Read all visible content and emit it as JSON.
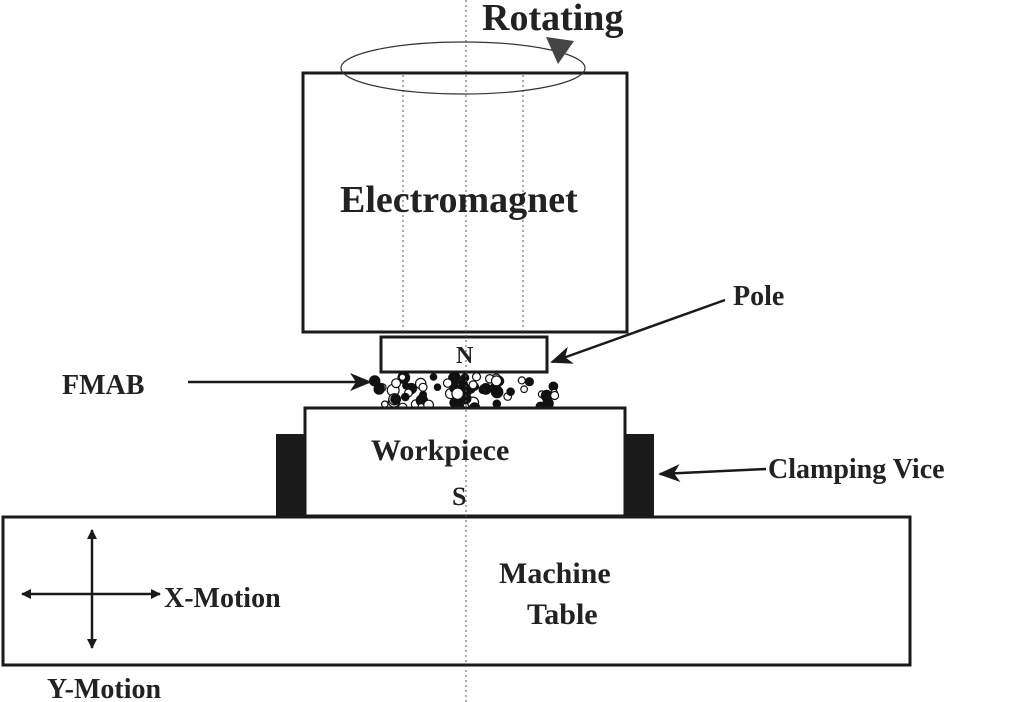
{
  "labels": {
    "rotating": "Rotating",
    "electromagnet": "Electromagnet",
    "pole": "Pole",
    "north": "N",
    "fmab": "FMAB",
    "workpiece": "Workpiece",
    "south": "S",
    "clamping_vice": "Clamping Vice",
    "machine_table_line1": "Machine",
    "machine_table_line2": "Table",
    "x_motion": "X-Motion",
    "y_motion": "Y-Motion"
  }
}
